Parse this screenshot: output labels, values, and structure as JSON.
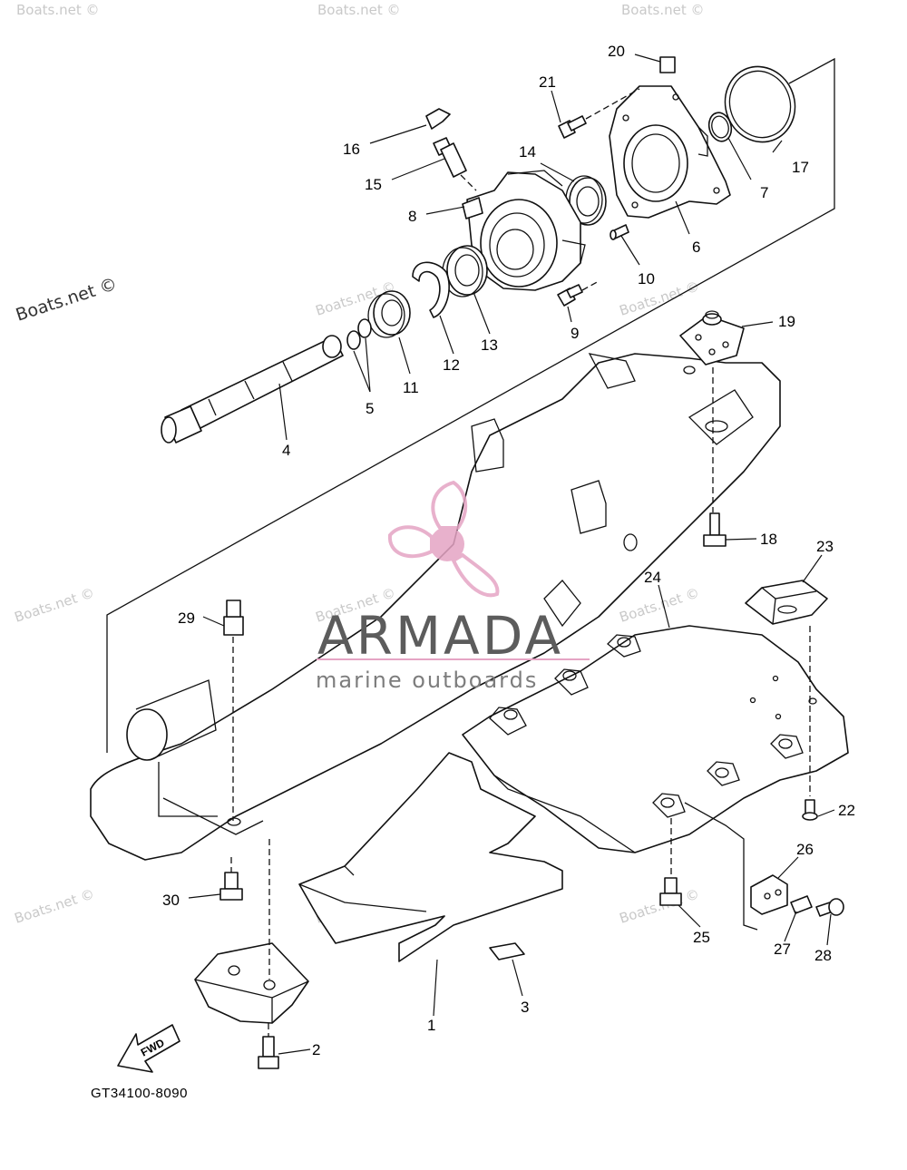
{
  "diagram": {
    "drawing_code": "GT34100-8090",
    "direction_label": "FWD",
    "callouts": [
      "1",
      "2",
      "3",
      "4",
      "5",
      "6",
      "7",
      "8",
      "9",
      "10",
      "11",
      "12",
      "13",
      "14",
      "15",
      "16",
      "17",
      "18",
      "19",
      "20",
      "21",
      "22",
      "23",
      "24",
      "25",
      "26",
      "27",
      "28",
      "29",
      "30"
    ]
  },
  "watermarks": {
    "text": "Boats.net ©",
    "prominent_text": "Boats.net ©"
  },
  "brand": {
    "name": "ARMADA",
    "tagline": "marine outboards",
    "accent_color": "#e5a4c4"
  }
}
